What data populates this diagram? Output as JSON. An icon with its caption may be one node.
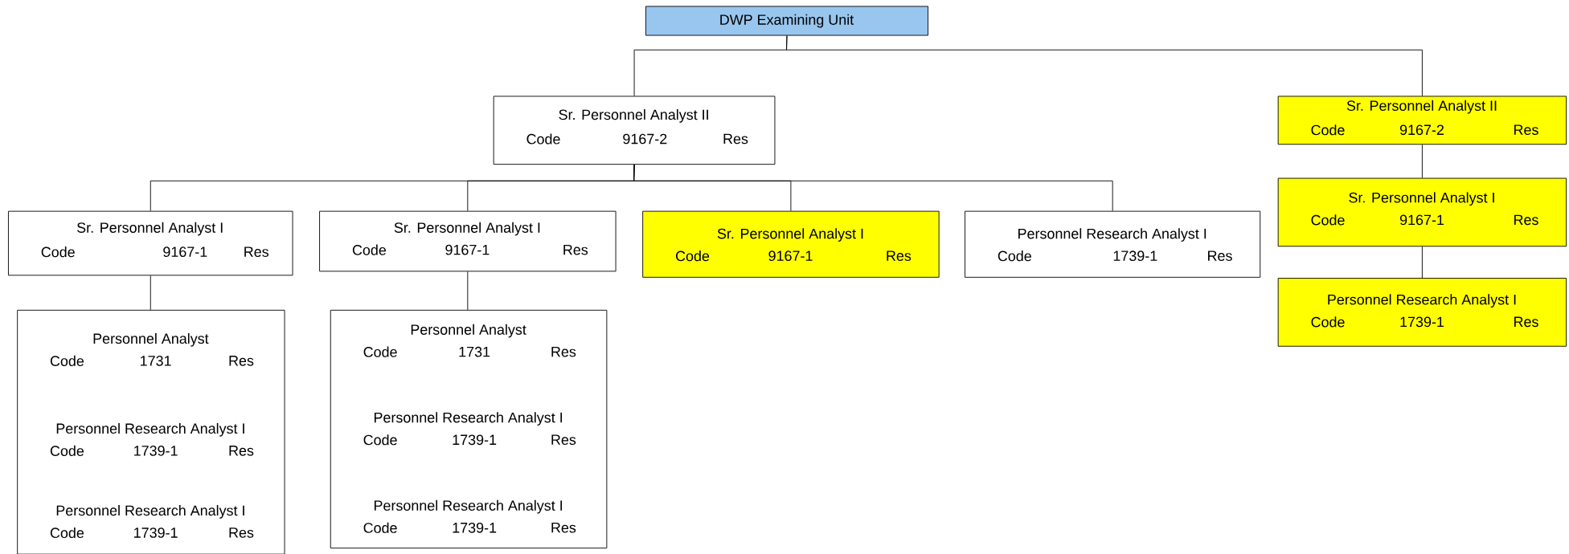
{
  "diagram": {
    "nodes": [
      {
        "text": [
          "DWP Examining Unit"
        ]
      },
      {
        "text": [
          "Sr. Personnel Analyst II",
          "Code",
          "9167-2",
          "Res"
        ]
      },
      {
        "text": [
          "Sr. Personnel Analyst II",
          "Code",
          "9167-2",
          "Res"
        ]
      },
      {
        "text": [
          "Sr. Personnel Analyst I",
          "Code",
          "9167-1",
          "Res"
        ]
      },
      {
        "text": [
          "Sr. Personnel Analyst I",
          "Code",
          "9167-1",
          "Res"
        ]
      },
      {
        "text": [
          "Sr. Personnel Analyst I",
          "Code",
          "9167-1",
          "Res"
        ]
      },
      {
        "text": [
          "Personnel Research Analyst I",
          "Code",
          "1739-1",
          "Res"
        ]
      },
      {
        "text": [
          "Sr. Personnel Analyst I",
          "Code",
          "9167-1",
          "Res"
        ]
      },
      {
        "text": [
          "Personnel Research Analyst I",
          "Code",
          "1739-1",
          "Res"
        ]
      },
      {
        "text": [
          "Personnel Analyst",
          "Code",
          "1731",
          "Res",
          "Personnel Research Analyst I",
          "Code",
          "1739-1",
          "Res",
          "Personnel Research Analyst I",
          "Code",
          "1739-1",
          "Res"
        ]
      },
      {
        "text": [
          "Personnel Analyst",
          "Code",
          "1731",
          "Res",
          "Personnel Research Analyst I",
          "Code",
          "1739-1",
          "Res",
          "Personnel Research Analyst I",
          "Code",
          "1739-1",
          "Res"
        ]
      }
    ],
    "edges": [
      {
        "from": 0,
        "to": 1,
        "arrow": "none"
      },
      {
        "from": 0,
        "to": 2,
        "arrow": "none"
      },
      {
        "from": 1,
        "to": 3,
        "arrow": "none"
      },
      {
        "from": 1,
        "to": 4,
        "arrow": "none"
      },
      {
        "from": 1,
        "to": 5,
        "arrow": "none"
      },
      {
        "from": 1,
        "to": 6,
        "arrow": "none"
      },
      {
        "from": 2,
        "to": 7,
        "arrow": "none"
      },
      {
        "from": 7,
        "to": 8,
        "arrow": "none"
      },
      {
        "from": 3,
        "to": 9,
        "arrow": "none"
      },
      {
        "from": 4,
        "to": 10,
        "arrow": "none"
      }
    ]
  }
}
